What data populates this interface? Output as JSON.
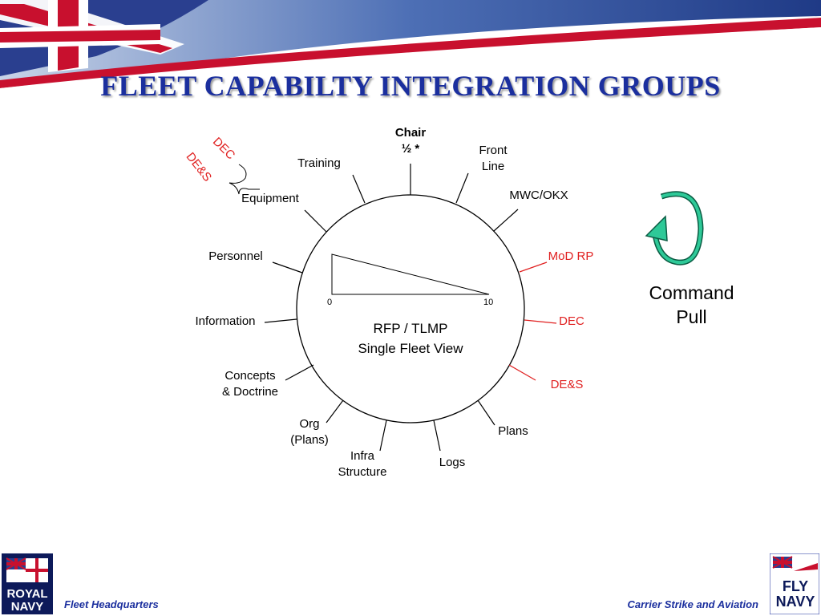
{
  "title": "FLEET CAPABILTY INTEGRATION GROUPS",
  "hub": {
    "line1": "RFP / TLMP",
    "line2": "Single Fleet View",
    "scale_min": "0",
    "scale_max": "10"
  },
  "spokes": {
    "chair": "Chair",
    "chair_sub": "½ *",
    "front_line_1": "Front",
    "front_line_2": "Line",
    "mwc": "MWC/OKX",
    "mod_rp": "MoD RP",
    "dec": "DEC",
    "des": "DE&S",
    "plans": "Plans",
    "logs": "Logs",
    "infra_1": "Infra",
    "infra_2": "Structure",
    "org_1": "Org",
    "org_2": "(Plans)",
    "concepts_1": "Concepts",
    "concepts_2": "& Doctrine",
    "information": "Information",
    "personnel": "Personnel",
    "equipment": "Equipment",
    "training": "Training"
  },
  "equipment_annot": {
    "dec": "DEC",
    "des": "DE&S"
  },
  "command_pull": {
    "line1": "Command",
    "line2": "Pull"
  },
  "footer": {
    "left": "Fleet Headquarters",
    "right": "Carrier Strike and Aviation"
  },
  "logos": {
    "royal_navy_1": "ROYAL",
    "royal_navy_2": "NAVY",
    "fly_navy_1": "FLY",
    "fly_navy_2": "NAVY"
  },
  "colors": {
    "title": "#1b2f9e",
    "highlight": "#e02020",
    "cycle_arrow": "#1aa37a"
  }
}
